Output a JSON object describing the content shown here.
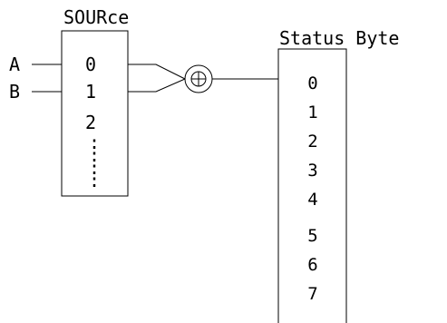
{
  "source": {
    "title": "SOURce",
    "items": [
      "0",
      "1",
      "2"
    ],
    "ellipsis": ":"
  },
  "inputs": [
    "A",
    "B"
  ],
  "status_byte": {
    "title": "Status Byte",
    "bits": [
      "0",
      "1",
      "2",
      "3",
      "4",
      "5",
      "6",
      "7"
    ]
  },
  "operator": "xor"
}
